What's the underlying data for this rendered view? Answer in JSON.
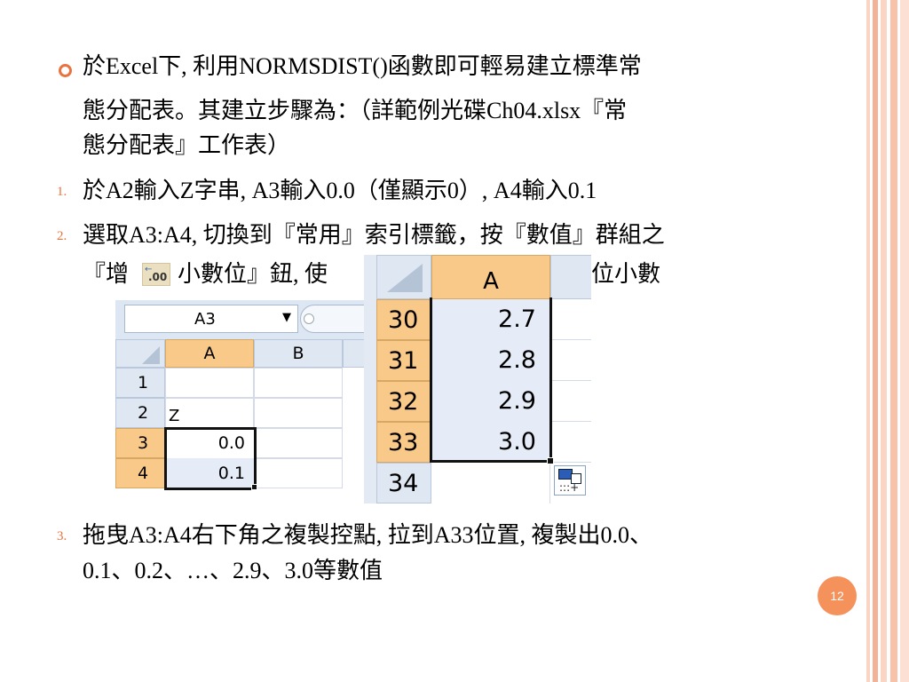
{
  "slide": {
    "bullet1": {
      "line1": "於Excel下, 利用NORMSDIST()函數即可輕易建立標準常",
      "line2": "態分配表。其建立步驟為：（詳範例光碟Ch04.xlsx『常",
      "line3": "態分配表』工作表）"
    },
    "steps": [
      {
        "num": "1.",
        "line1": "於A2輸入Z字串, A3輸入0.0（僅顯示0）, A4輸入0.1"
      },
      {
        "num": "2.",
        "line1": "選取A3:A4, 切換到『常用』索引標籤，按『數值』群組之",
        "line2a": "『增",
        "line2b": "小數位』鈕, 使",
        "line2c": "位小數"
      },
      {
        "num": "3.",
        "line1": "拖曳A3:A4右下角之複製控點, 拉到A33位置, 複製出0.0、",
        "line2": "0.1、0.2、…、2.9、3.0等數值"
      }
    ],
    "page_number": "12"
  },
  "button_icon": {
    "label": ".00"
  },
  "sheet1": {
    "name_box": "A3",
    "col_a": "A",
    "col_b": "B",
    "rows": [
      {
        "num": "1",
        "a": ""
      },
      {
        "num": "2",
        "a": "Z"
      },
      {
        "num": "3",
        "a": "0.0"
      },
      {
        "num": "4",
        "a": "0.1"
      }
    ]
  },
  "sheet2": {
    "col_a": "A",
    "rows": [
      {
        "num": "30",
        "a": "2.7"
      },
      {
        "num": "31",
        "a": "2.8"
      },
      {
        "num": "32",
        "a": "2.9"
      },
      {
        "num": "33",
        "a": "3.0"
      },
      {
        "num": "34",
        "a": ""
      }
    ]
  },
  "colors": {
    "accent": "#e9733e",
    "stripe_light": "#fbd5c3",
    "stripe_dark": "#f4b196",
    "header_selected": "#f9c98a",
    "header_normal": "#dfe7f2",
    "selected_cell": "#e6ecf7"
  }
}
